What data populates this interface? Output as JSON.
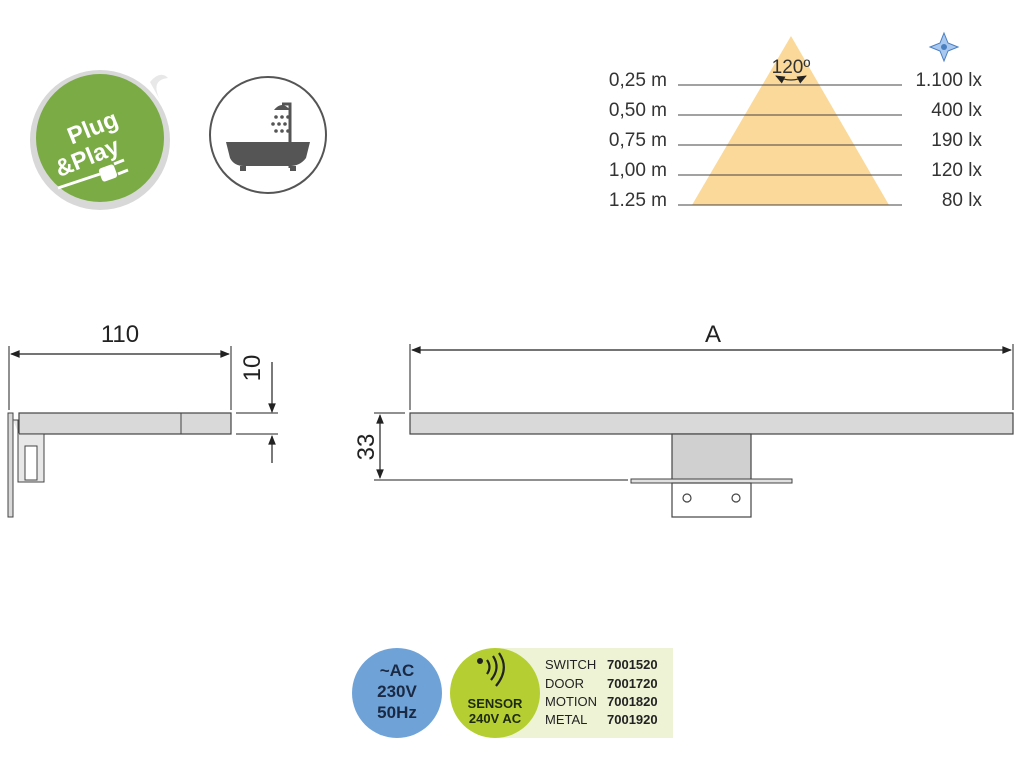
{
  "plug_play": {
    "line1": "Plug",
    "line2": "&Play"
  },
  "light_diagram": {
    "angle": "120º",
    "rows": [
      {
        "distance": "0,25 m",
        "lux": "1.100 lx"
      },
      {
        "distance": "0,50 m",
        "lux": "400 lx"
      },
      {
        "distance": "0,75 m",
        "lux": "190 lx"
      },
      {
        "distance": "1,00 m",
        "lux": "120 lx"
      },
      {
        "distance": "1.25 m",
        "lux": "80 lx"
      }
    ],
    "beam_color": "#fbd99a"
  },
  "dimensions": {
    "depth": "110",
    "thickness": "10",
    "length": "A",
    "height": "33"
  },
  "power_badge": {
    "line1": "~AC",
    "line2": "230V",
    "line3": "50Hz",
    "color": "#6fa3d8"
  },
  "sensor_badge": {
    "line1": "SENSOR",
    "line2": "240V AC",
    "color": "#b5cf32"
  },
  "sensor_table": {
    "rows": [
      {
        "name": "SWITCH",
        "code": "7001520"
      },
      {
        "name": "DOOR",
        "code": "7001720"
      },
      {
        "name": "MOTION",
        "code": "7001820"
      },
      {
        "name": "METAL",
        "code": "7001920"
      }
    ],
    "background": "#eef3d5"
  },
  "colors": {
    "badge_green": "#7aab45",
    "profile_fill": "#d9d9d9"
  }
}
